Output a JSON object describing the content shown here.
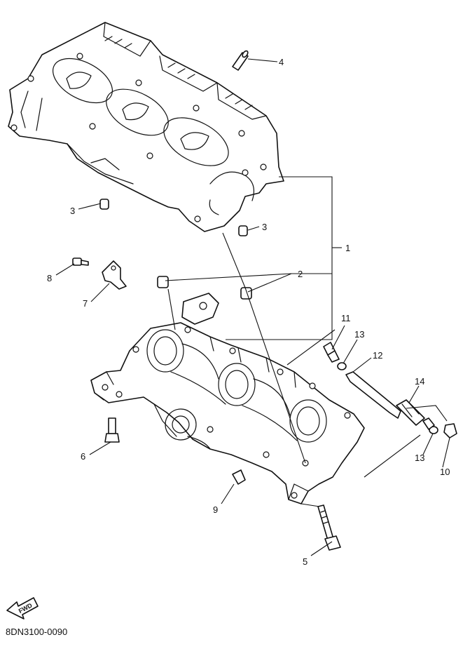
{
  "diagram": {
    "callouts": [
      {
        "id": "1",
        "label": "1"
      },
      {
        "id": "2",
        "label": "2"
      },
      {
        "id": "3a",
        "label": "3"
      },
      {
        "id": "3b",
        "label": "3"
      },
      {
        "id": "4",
        "label": "4"
      },
      {
        "id": "5",
        "label": "5"
      },
      {
        "id": "6",
        "label": "6"
      },
      {
        "id": "7",
        "label": "7"
      },
      {
        "id": "8",
        "label": "8"
      },
      {
        "id": "9",
        "label": "9"
      },
      {
        "id": "10",
        "label": "10"
      },
      {
        "id": "11",
        "label": "11"
      },
      {
        "id": "12",
        "label": "12"
      },
      {
        "id": "13a",
        "label": "13"
      },
      {
        "id": "13b",
        "label": "13"
      },
      {
        "id": "14",
        "label": "14"
      }
    ],
    "fwd_arrow_label": "FWD",
    "drawing_code": "8DN3100-0090"
  }
}
